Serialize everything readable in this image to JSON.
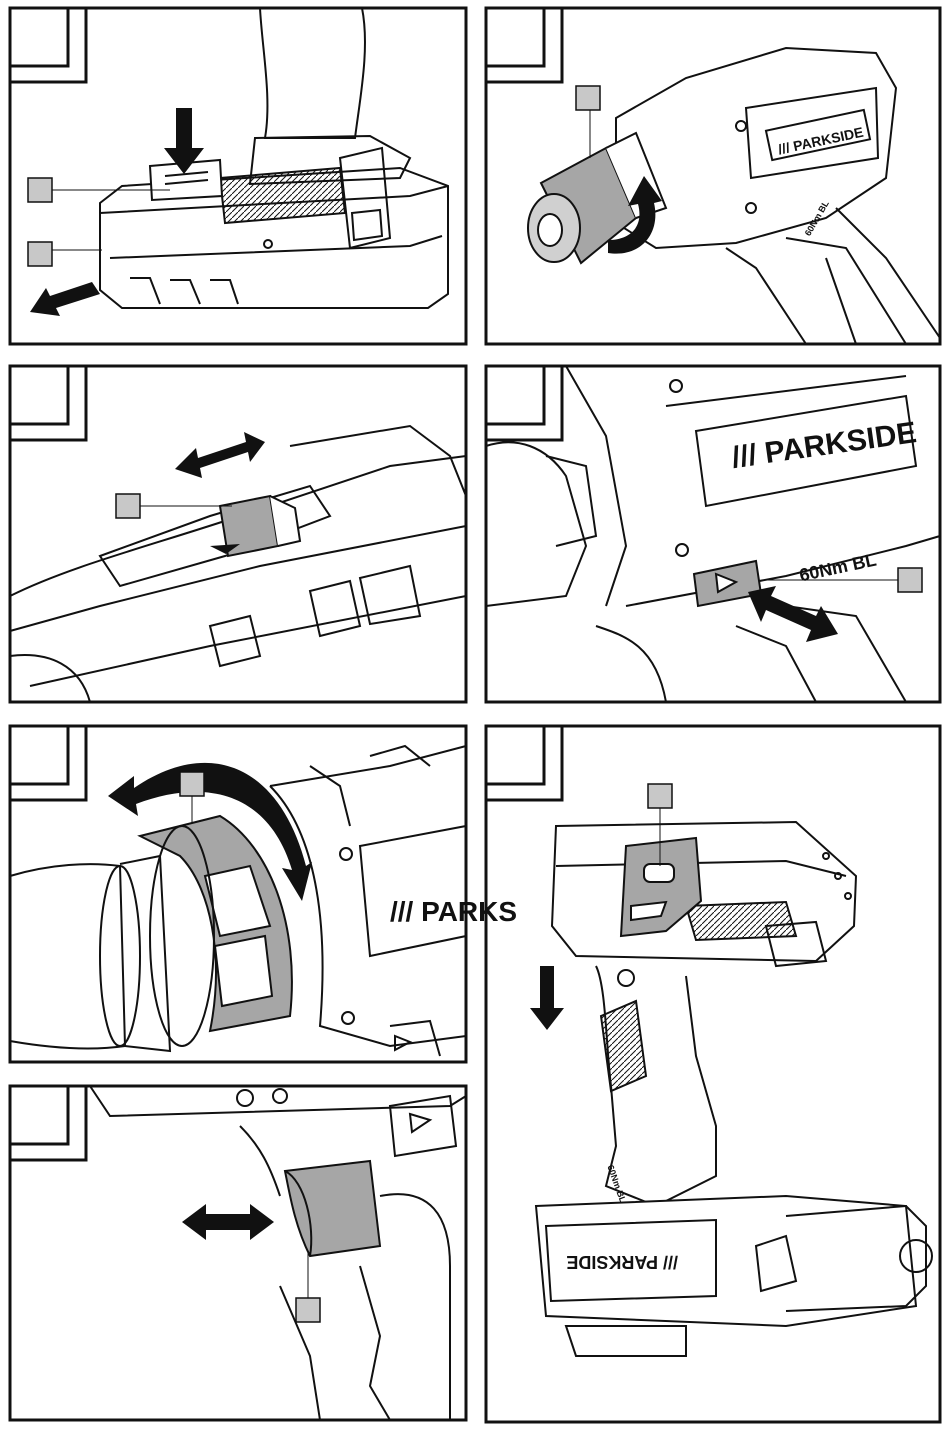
{
  "brand": {
    "wordmark": "/// PARKSIDE",
    "short_wordmark": "/// PARKS"
  },
  "markings": {
    "torque_text": "60Nm BL"
  },
  "colors": {
    "line": "#111111",
    "shaded": "#a6a6a6",
    "background": "#ffffff"
  },
  "panels": [
    {
      "id": "battery-release",
      "callout_boxes": 2,
      "arrows": [
        "down-arrow-icon",
        "pull-out-arrow-icon"
      ]
    },
    {
      "id": "chuck-rotation",
      "callout_boxes": 1,
      "arrows": [
        "rotate-arrow-icon"
      ]
    },
    {
      "id": "gear-selector",
      "callout_boxes": 1,
      "arrows": [
        "double-arrow-icon"
      ]
    },
    {
      "id": "direction-switch",
      "callout_boxes": 1,
      "arrows": [
        "double-arrow-icon"
      ]
    },
    {
      "id": "torque-collar",
      "callout_boxes": 1,
      "arrows": [
        "curved-arrow-icon"
      ]
    },
    {
      "id": "trigger",
      "callout_boxes": 1,
      "arrows": [
        "double-arrow-icon"
      ]
    },
    {
      "id": "belt-clip",
      "callout_boxes": 1,
      "arrows": [
        "down-arrow-icon"
      ]
    }
  ]
}
